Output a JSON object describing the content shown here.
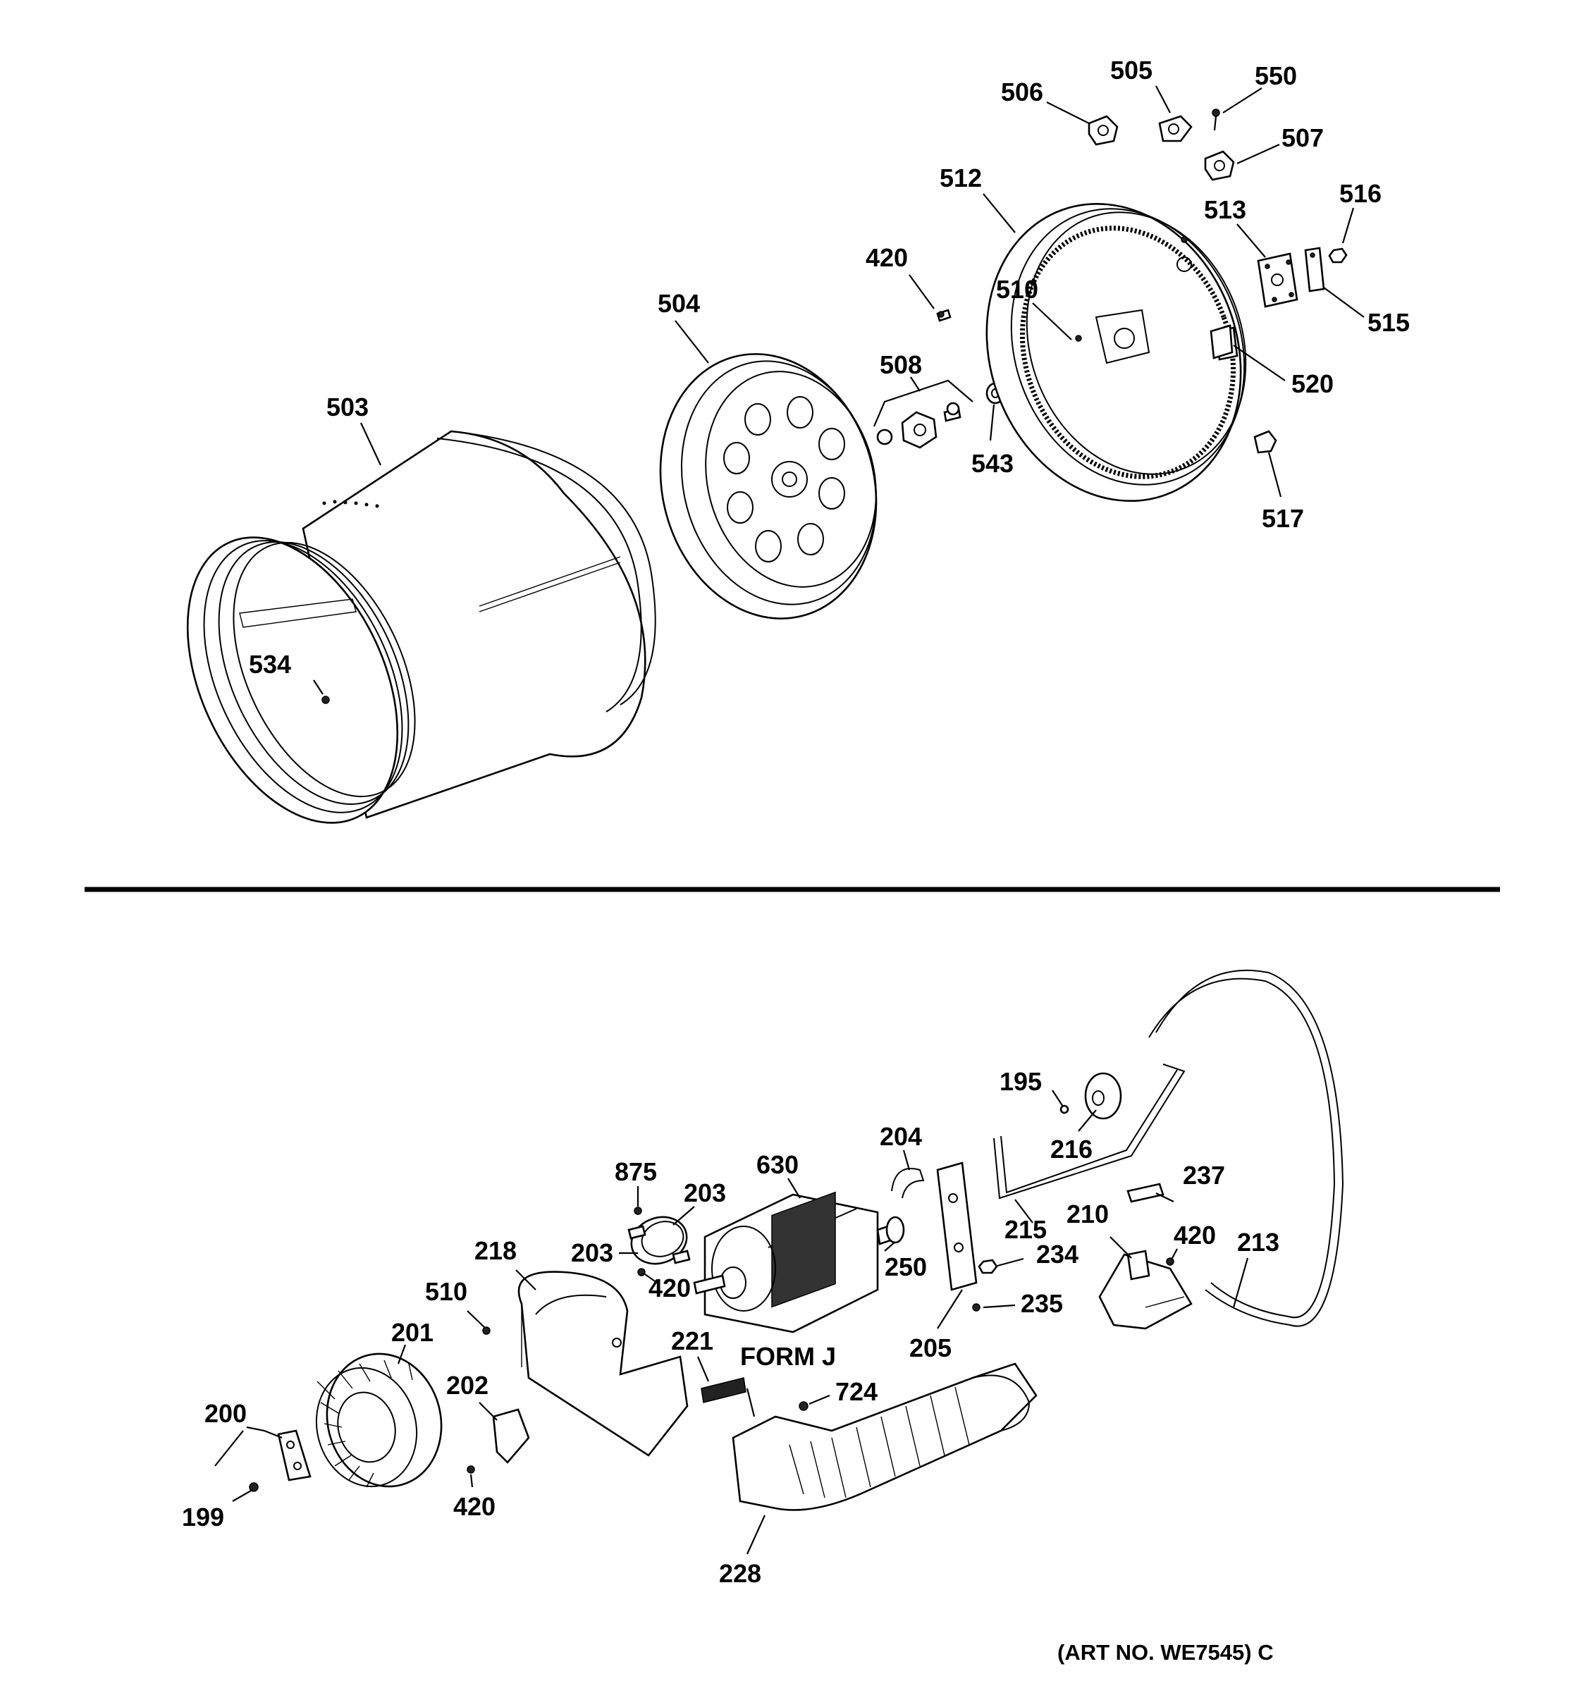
{
  "diagram": {
    "art_number": "(ART NO. WE7545) C",
    "form_label": "FORM J",
    "top_callouts": {
      "c503": "503",
      "c504": "504",
      "c534": "534",
      "c508": "508",
      "c420": "420",
      "c543": "543",
      "c512": "512",
      "c510": "510",
      "c506": "506",
      "c505": "505",
      "c550": "550",
      "c507": "507",
      "c513": "513",
      "c516": "516",
      "c515": "515",
      "c520": "520",
      "c517": "517"
    },
    "bottom_callouts": {
      "c195": "195",
      "c216": "216",
      "c204": "204",
      "c630": "630",
      "c875": "875",
      "c203a": "203",
      "c203b": "203",
      "c420a": "420",
      "c218": "218",
      "c510": "510",
      "c201": "201",
      "c200": "200",
      "c199": "199",
      "c202": "202",
      "c420b": "420",
      "c221": "221",
      "c250": "250",
      "c237": "237",
      "c215": "215",
      "c210": "210",
      "c420c": "420",
      "c213": "213",
      "c234": "234",
      "c235": "235",
      "c205": "205",
      "c724": "724",
      "c228": "228"
    }
  }
}
